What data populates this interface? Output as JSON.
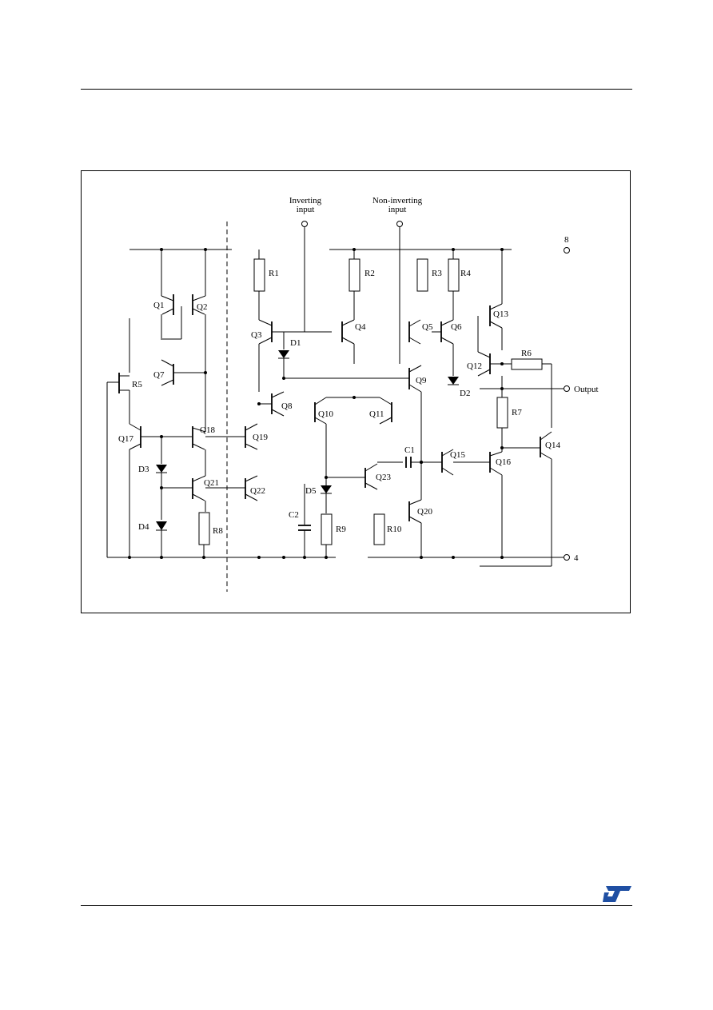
{
  "labels": {
    "inverting_line1": "Inverting",
    "inverting_line2": "input",
    "noninverting_line1": "Non-inverting",
    "noninverting_line2": "input",
    "pin8": "8",
    "output": "Output",
    "pin4": "4"
  },
  "components": {
    "transistors": [
      "Q1",
      "Q2",
      "Q3",
      "Q4",
      "Q5",
      "Q6",
      "Q7",
      "Q8",
      "Q9",
      "Q10",
      "Q11",
      "Q12",
      "Q13",
      "Q14",
      "Q15",
      "Q16",
      "Q17",
      "Q18",
      "Q19",
      "Q20",
      "Q21",
      "Q22",
      "Q23"
    ],
    "resistors": [
      "R1",
      "R2",
      "R3",
      "R4",
      "R5",
      "R6",
      "R7",
      "R8",
      "R9",
      "R10"
    ],
    "diodes": [
      "D1",
      "D2",
      "D3",
      "D4",
      "D5"
    ],
    "capacitors": [
      "C1",
      "C2"
    ]
  },
  "colors": {
    "ink": "#000000",
    "logo": "#1f4fa3"
  }
}
